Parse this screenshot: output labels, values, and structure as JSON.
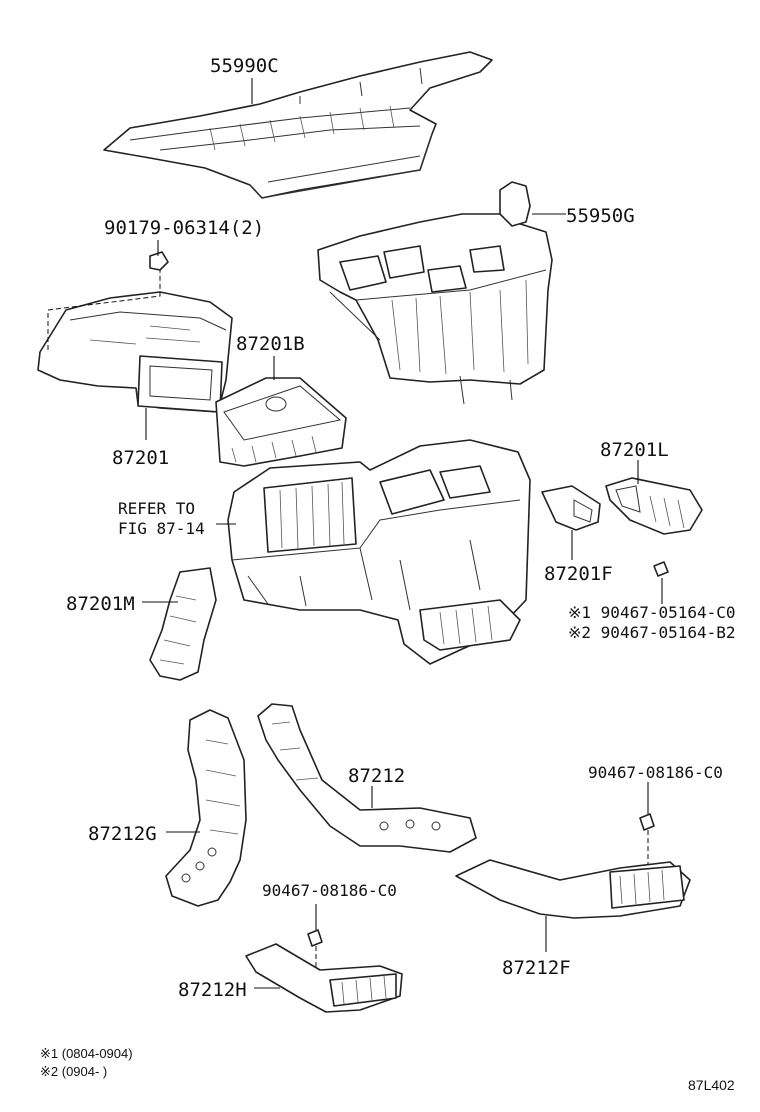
{
  "labels": {
    "p55990C": "55990C",
    "p90179": "90179-06314(2)",
    "p55950G": "55950G",
    "p87201B": "87201B",
    "p87201": "87201",
    "refer1": "REFER TO",
    "refer2": "FIG 87-14",
    "p87201L": "87201L",
    "p87201F": "87201F",
    "p87201M": "87201M",
    "note1_part": "※1 90467-05164-C0",
    "note2_part": "※2 90467-05164-B2",
    "p90467_top": "90467-08186-C0",
    "p87212": "87212",
    "p87212G": "87212G",
    "p90467_mid": "90467-08186-C0",
    "p87212F": "87212F",
    "p87212H": "87212H"
  },
  "footnotes": {
    "n1": "※1 (0804-0904)",
    "n2": "※2 (0904-      )"
  },
  "figure_id": "87L402"
}
